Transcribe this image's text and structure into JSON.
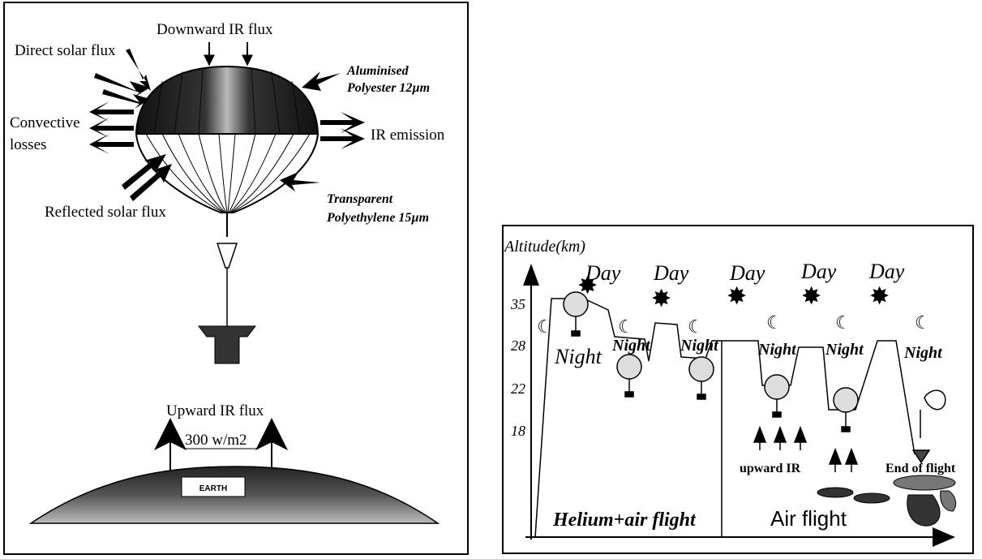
{
  "left_panel": {
    "labels": {
      "downward_ir": "Downward  IR flux",
      "direct_solar": "Direct solar flux",
      "aluminised_line1": "Aluminised",
      "aluminised_line2": "Polyester 12µm",
      "convective_line1": "Convective",
      "convective_line2": "losses",
      "ir_emission": "IR emission",
      "transparent_line1": "Transparent",
      "transparent_line2": "Polyethylene 15µm",
      "reflected_solar": "Reflected solar flux",
      "upward_ir": "Upward IR flux",
      "flux_value": "300 w/m2",
      "earth": "EARTH"
    }
  },
  "right_panel": {
    "y_axis_title": "Altitude(km)",
    "y_ticks": [
      "35",
      "28",
      "22",
      "18"
    ],
    "day_labels": [
      "Day",
      "Day",
      "Day",
      "Day",
      "Day"
    ],
    "night_labels": [
      "Night",
      "Night",
      "Night",
      "Night",
      "Night",
      "Night"
    ],
    "upward_ir": "upward IR",
    "end_of_flight": "End of flight",
    "helium_air_flight": "Helium+air flight",
    "air_flight": "Air flight"
  },
  "colors": {
    "ink": "#000000",
    "paper": "#ffffff",
    "gray": "#8a8a8a"
  }
}
